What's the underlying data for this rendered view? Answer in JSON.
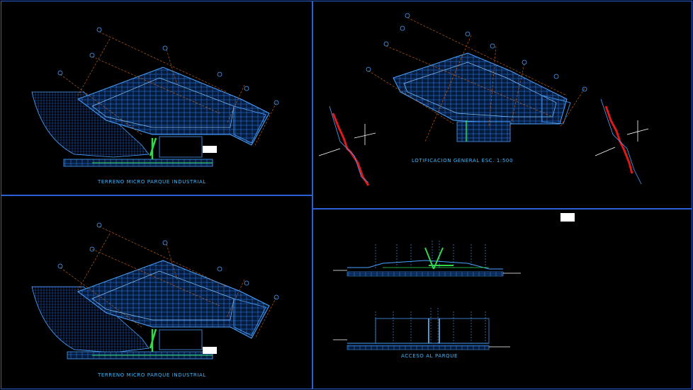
{
  "panels": {
    "top_left": {
      "caption": "TERRENO MICRO PARQUE INDUSTRIAL"
    },
    "top_right": {
      "caption": "LOTIFICACION GENERAL   ESC. 1:500"
    },
    "bottom_left": {
      "caption": "TERRENO MICRO PARQUE INDUSTRIAL"
    },
    "bottom_right": {
      "caption": "ACCESO AL PARQUE"
    }
  },
  "colors": {
    "background": "#000000",
    "frame": "#2a5fd6",
    "plan_lines": "#4aa3ff",
    "axis_lines": "#d2691e",
    "highlight": "#32d74b",
    "section_red": "#e01818",
    "label": "#3fb8ff"
  }
}
